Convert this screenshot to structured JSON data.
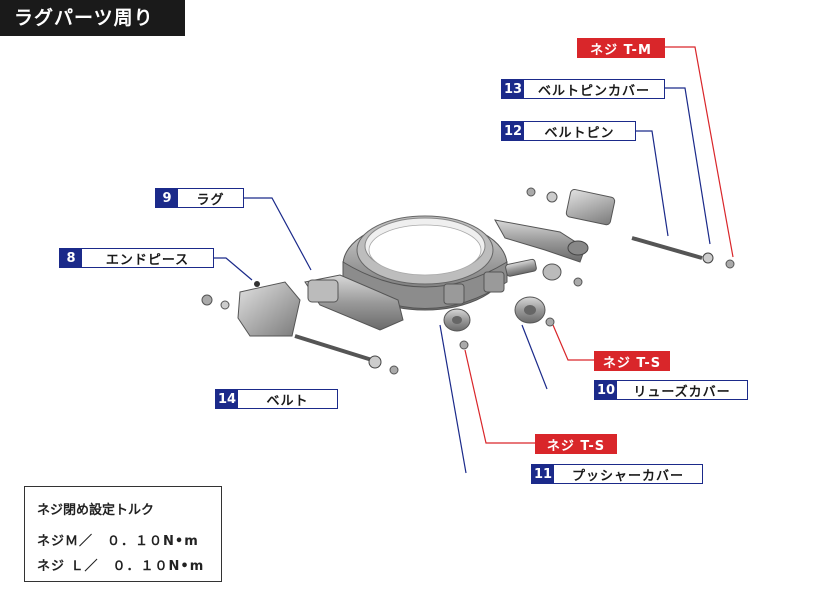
{
  "title": "ラグパーツ周り",
  "callouts": [
    {
      "num": "13",
      "label": "ベルトピンカバー"
    },
    {
      "num": "12",
      "label": "ベルトピン"
    },
    {
      "num": "9",
      "label": "ラグ"
    },
    {
      "num": "8",
      "label": "エンドピース"
    },
    {
      "num": "14",
      "label": "ベルト"
    },
    {
      "num": "10",
      "label": "リューズカバー"
    },
    {
      "num": "11",
      "label": "プッシャーカバー"
    }
  ],
  "screws": [
    {
      "label": "ネジ T-M"
    },
    {
      "label": "ネジ T-S"
    },
    {
      "label": "ネジ T-S"
    }
  ],
  "torque": {
    "heading": "ネジ閉め設定トルク",
    "rows": [
      "ネジＭ／　０．１０N•m",
      "ネジ Ｌ／　０．１０N•m"
    ]
  },
  "colors": {
    "navy": "#1b2a8a",
    "red": "#d9262a",
    "dark": "#1a1a1a"
  }
}
